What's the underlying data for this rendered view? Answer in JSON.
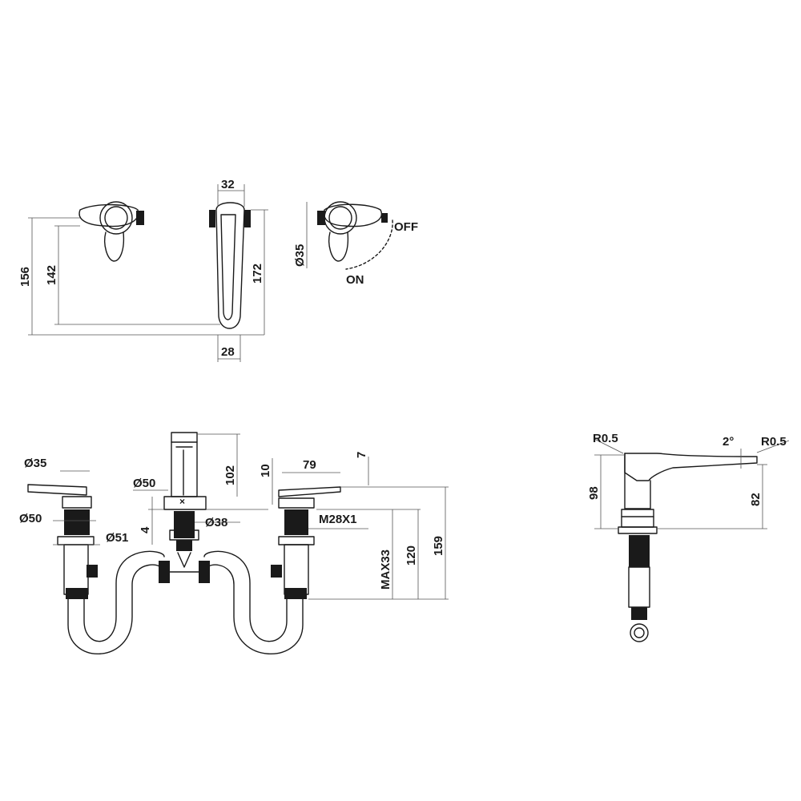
{
  "labels": {
    "d156": "156",
    "d142": "142",
    "d32": "32",
    "d172": "172",
    "d28": "28",
    "d_phi35_top": "Ø35",
    "off": "OFF",
    "on": "ON",
    "d_phi35_side": "Ø35",
    "d_phi50_left": "Ø50",
    "d_phi51": "Ø51",
    "d_phi50_mid": "Ø50",
    "d4": "4",
    "d_phi38": "Ø38",
    "d102": "102",
    "d10": "10",
    "d79": "79",
    "d7": "7",
    "thread": "M28X1",
    "max33": "MAX33",
    "d120": "120",
    "d159": "159",
    "r05_left": "R0.5",
    "deg2": "2°",
    "r05_right": "R0.5",
    "d98": "98",
    "d82": "82"
  },
  "colors": {
    "line": "#1a1a1a",
    "dimension": "#555555",
    "background": "#ffffff"
  }
}
